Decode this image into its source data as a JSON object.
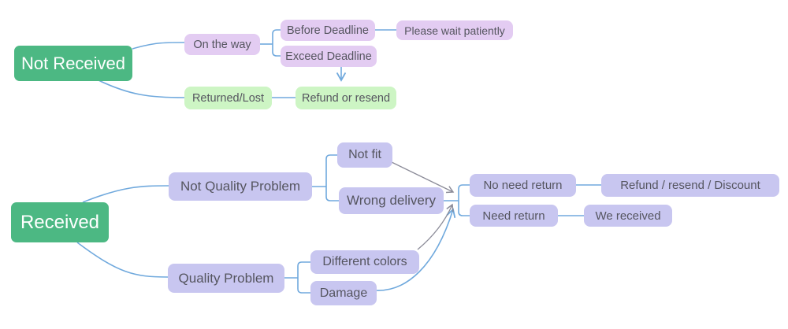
{
  "diagram": {
    "type": "flowchart",
    "topic": "order-status-resolution",
    "colors": {
      "root_node": "#4cb883",
      "branch_purple": "#e3ccf2",
      "branch_lavender": "#c8c6f0",
      "outcome_green": "#cdf5c4",
      "connector_blue": "#70a9dd",
      "connector_gray": "#8b8b98",
      "text_dark": "#55555f",
      "text_light": "#ffffff"
    },
    "nodes": {
      "not_received": {
        "label": "Not Received",
        "kind": "root"
      },
      "on_the_way": {
        "label": "On the way",
        "kind": "branch"
      },
      "before_deadline": {
        "label": "Before Deadline",
        "kind": "branch"
      },
      "please_wait": {
        "label": "Please wait patiently",
        "kind": "outcome"
      },
      "exceed_deadline": {
        "label": "Exceed Deadline",
        "kind": "branch"
      },
      "returned_lost": {
        "label": "Returned/Lost",
        "kind": "branch"
      },
      "refund_or_resend": {
        "label": "Refund or resend",
        "kind": "outcome"
      },
      "received": {
        "label": "Received",
        "kind": "root"
      },
      "not_quality_problem": {
        "label": "Not Quality Problem",
        "kind": "branch"
      },
      "not_fit": {
        "label": "Not fit",
        "kind": "branch"
      },
      "wrong_delivery": {
        "label": "Wrong delivery",
        "kind": "branch"
      },
      "quality_problem": {
        "label": "Quality Problem",
        "kind": "branch"
      },
      "different_colors": {
        "label": "Different colors",
        "kind": "branch"
      },
      "damage": {
        "label": "Damage",
        "kind": "branch"
      },
      "no_need_return": {
        "label": "No need return",
        "kind": "branch"
      },
      "refund_resend_discount": {
        "label": "Refund / resend / Discount",
        "kind": "outcome"
      },
      "need_return": {
        "label": "Need return",
        "kind": "branch"
      },
      "we_received": {
        "label": "We received",
        "kind": "outcome"
      }
    },
    "edges": [
      {
        "from": "not_received",
        "to": "on_the_way",
        "style": "curve-blue"
      },
      {
        "from": "not_received",
        "to": "returned_lost",
        "style": "curve-blue"
      },
      {
        "from": "on_the_way",
        "to": "before_deadline",
        "style": "bracket-blue"
      },
      {
        "from": "on_the_way",
        "to": "exceed_deadline",
        "style": "bracket-blue"
      },
      {
        "from": "before_deadline",
        "to": "please_wait",
        "style": "line-blue"
      },
      {
        "from": "exceed_deadline",
        "to": "refund_or_resend",
        "style": "arrow-blue"
      },
      {
        "from": "returned_lost",
        "to": "refund_or_resend",
        "style": "line-blue"
      },
      {
        "from": "received",
        "to": "not_quality_problem",
        "style": "curve-blue"
      },
      {
        "from": "received",
        "to": "quality_problem",
        "style": "curve-blue"
      },
      {
        "from": "not_quality_problem",
        "to": "not_fit",
        "style": "bracket-blue"
      },
      {
        "from": "not_quality_problem",
        "to": "wrong_delivery",
        "style": "bracket-blue"
      },
      {
        "from": "quality_problem",
        "to": "different_colors",
        "style": "bracket-blue"
      },
      {
        "from": "quality_problem",
        "to": "damage",
        "style": "bracket-blue"
      },
      {
        "from": "not_fit",
        "to": "return_junction",
        "style": "arrow-gray"
      },
      {
        "from": "different_colors",
        "to": "return_junction",
        "style": "arrow-gray"
      },
      {
        "from": "damage",
        "to": "return_junction",
        "style": "arrow-blue-curve"
      },
      {
        "from": "wrong_delivery",
        "to": "return_junction",
        "style": "line-blue"
      },
      {
        "from": "return_junction",
        "to": "no_need_return",
        "style": "bracket-blue"
      },
      {
        "from": "return_junction",
        "to": "need_return",
        "style": "bracket-blue"
      },
      {
        "from": "no_need_return",
        "to": "refund_resend_discount",
        "style": "line-blue"
      },
      {
        "from": "need_return",
        "to": "we_received",
        "style": "line-blue"
      }
    ]
  }
}
